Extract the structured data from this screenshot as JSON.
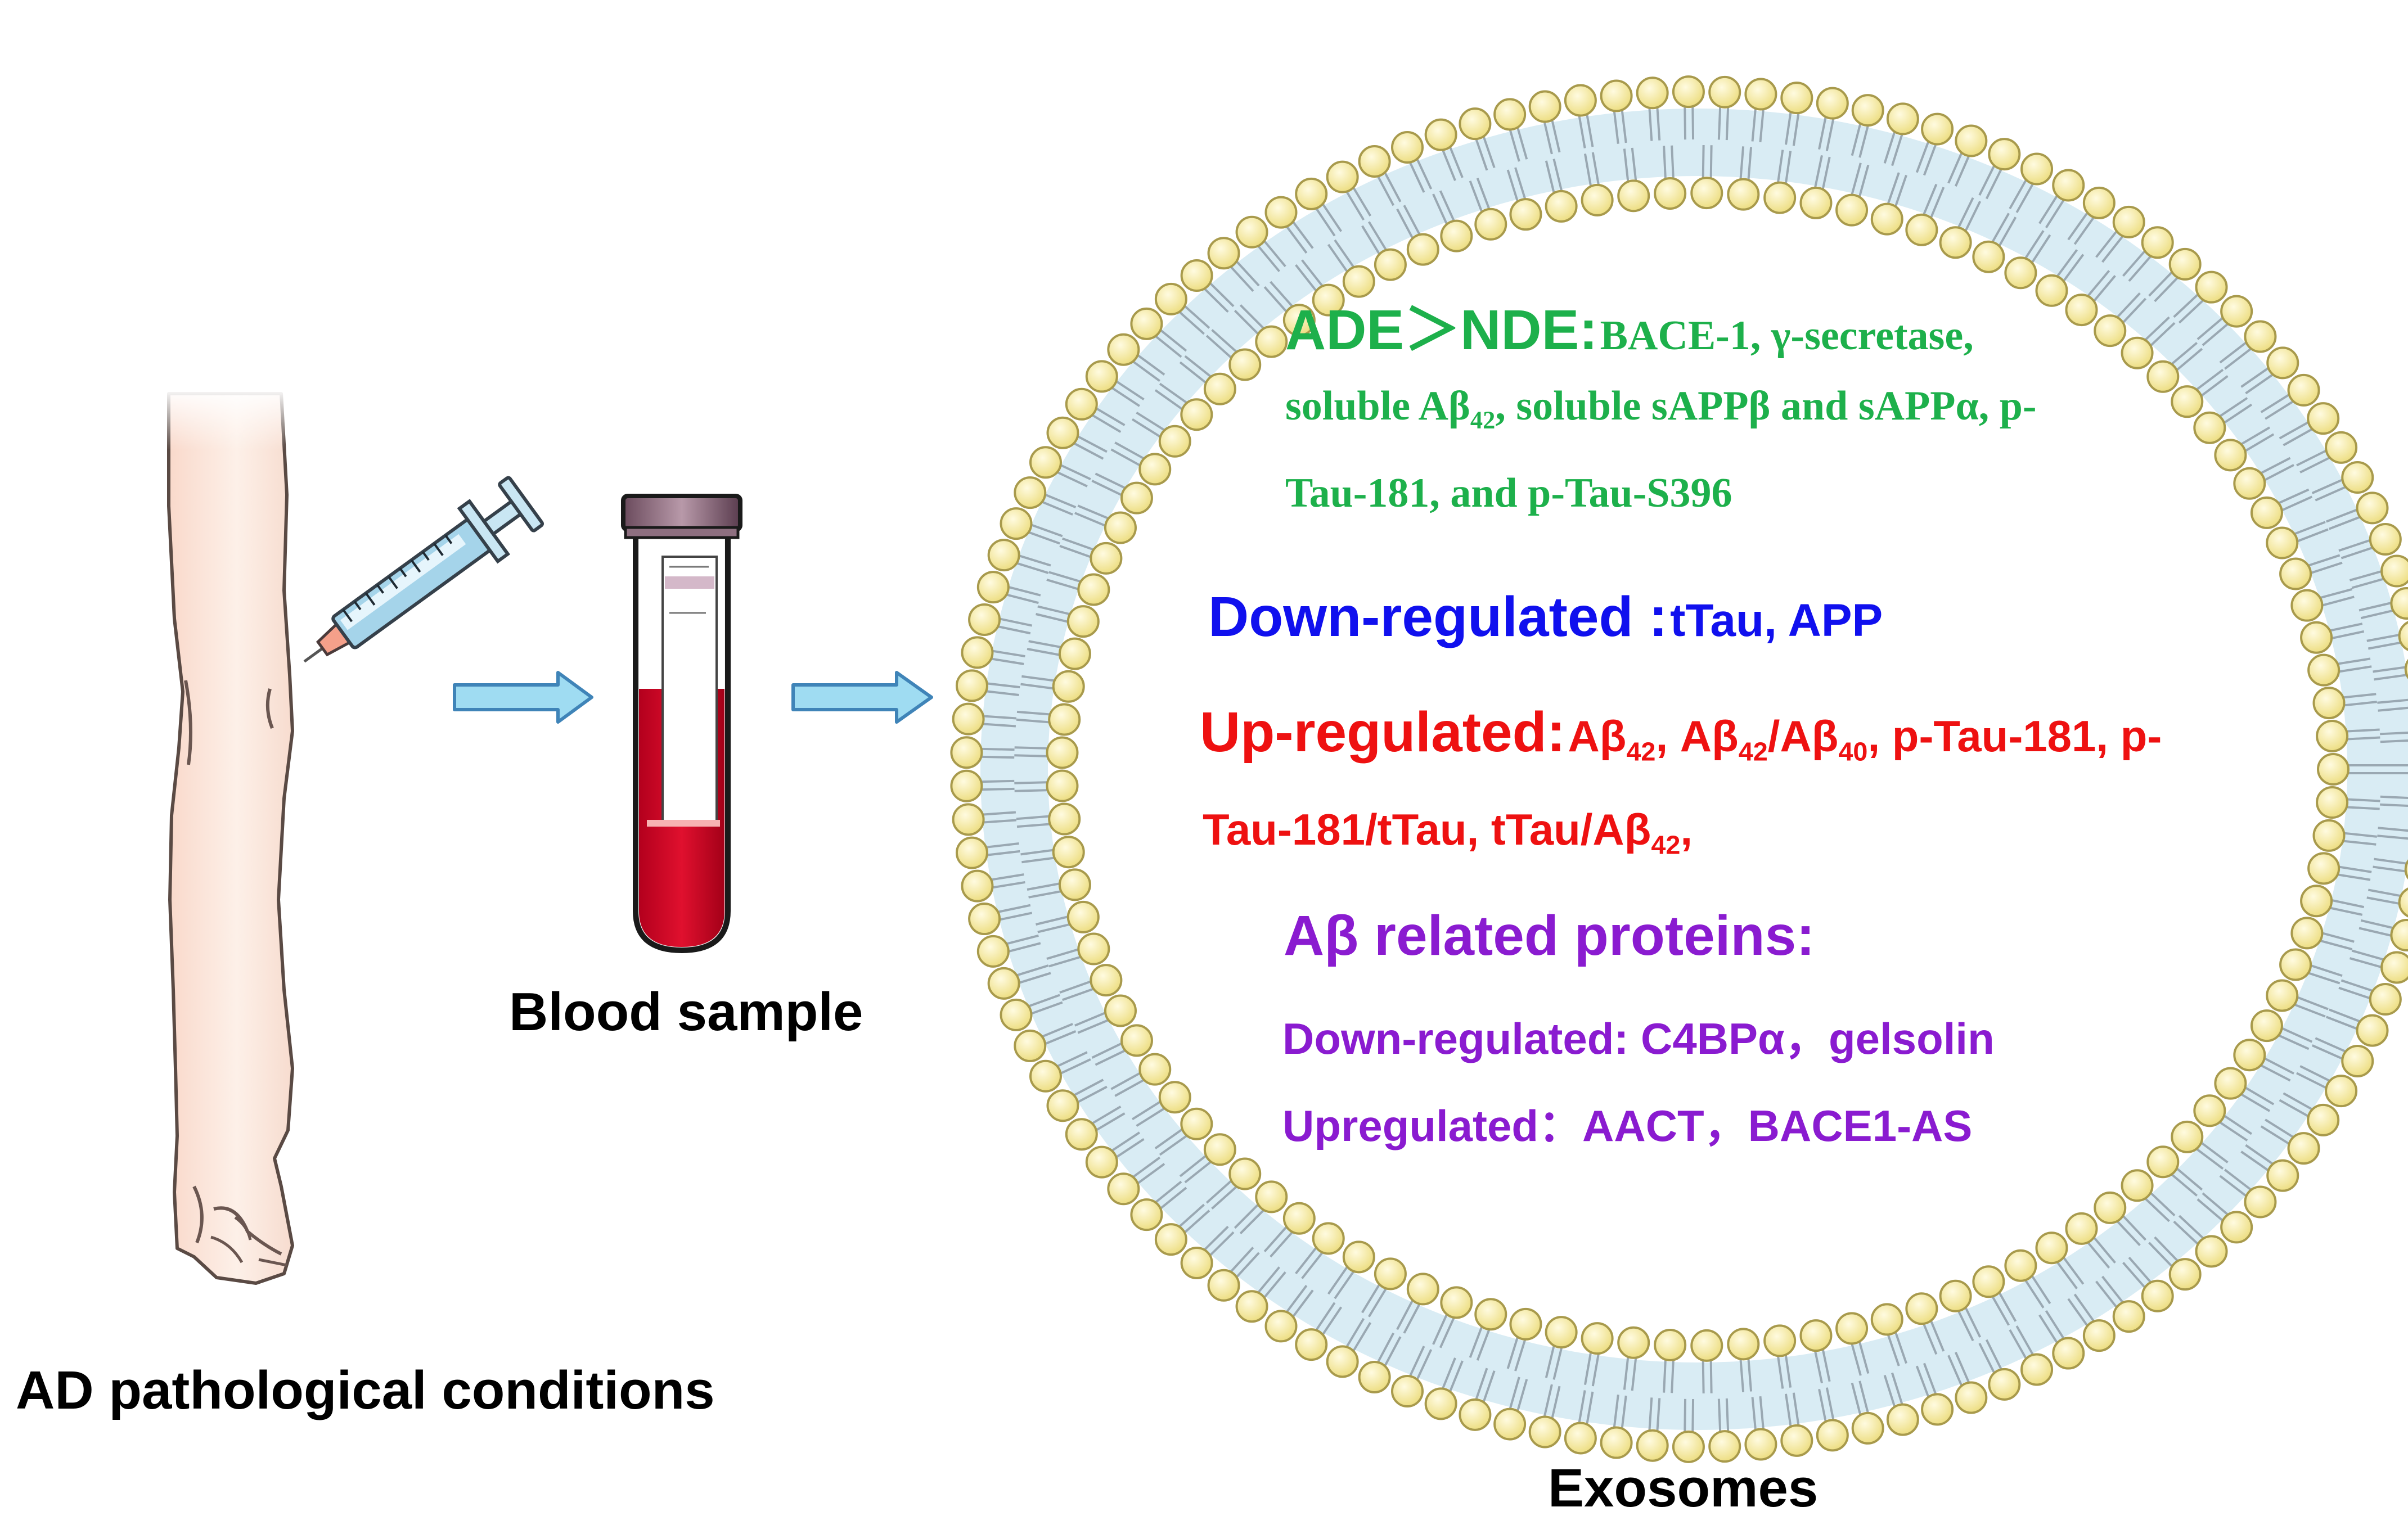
{
  "labels": {
    "ad": "AD pathological conditions",
    "blood": "Blood sample",
    "exosomes": "Exosomes"
  },
  "icons": [
    "arm-icon",
    "syringe-icon",
    "blood-tube-icon",
    "arrow-right-icon",
    "lipid-bilayer-membrane-icon"
  ],
  "colors": {
    "green": "#1db04b",
    "blue": "#1010ee",
    "red": "#ee1111",
    "purple": "#8a1bd0",
    "membrane_head": "#f6ec9c",
    "arrow": "#9fdcf2"
  },
  "sections": {
    "ade": {
      "heading": "ADE＞NDE:",
      "l1": "BACE-1, γ-secretase,",
      "l2a": "soluble Aβ",
      "l2sub": "42",
      "l2b": ", soluble sAPPβ and sAPPα, p-",
      "l3": "Tau-181, and p-Tau-S396"
    },
    "down": {
      "heading": "Down-regulated :",
      "items": "tTau, APP"
    },
    "up": {
      "heading": "Up-regulated:",
      "a1": "Aβ",
      "s1": "42",
      "a2": ", Aβ",
      "s2": "42",
      "a3": "/Aβ",
      "s3": "40",
      "a4": ", p-Tau-181, p-",
      "l2a": "Tau-181/tTau, tTau/Aβ",
      "l2sub": "42",
      "l2b": ","
    },
    "abeta": {
      "heading": "Aβ related proteins:",
      "down": "Down-regulated: C4BPα，gelsolin",
      "up": "Upregulated：AACT，BACE1-AS"
    }
  }
}
